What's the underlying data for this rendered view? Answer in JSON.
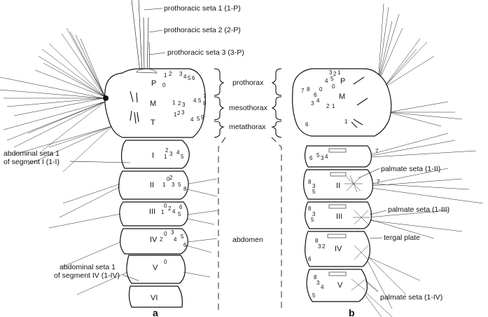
{
  "labels": {
    "seta1": "prothoracic seta 1 (1-P)",
    "seta2": "prothoracic seta 2 (2-P)",
    "seta3": "prothoracic seta 3 (3-P)",
    "prothorax": "prothorax",
    "mesothorax": "mesothorax",
    "metathorax": "metathorax",
    "abdomen": "abdomen",
    "abd_seta_I_line1": "abdominal seta 1",
    "abd_seta_I_line2": "of segment I (1-I)",
    "abd_seta_IV_line1": "abdominal seta 1",
    "abd_seta_IV_line2": "of segment IV (1-IV)",
    "palmate_II": "palmate seta (1-II)",
    "palmate_III": "palmate seta (1-III)",
    "tergal_plate": "tergal plate",
    "palmate_IV": "palmate seta (1-IV)",
    "panel_a": "a",
    "panel_b": "b"
  },
  "segments_a": {
    "P": "P",
    "M": "M",
    "T": "T",
    "I": "I",
    "II": "II",
    "III": "III",
    "IV": "IV",
    "V": "V",
    "VI": "VI"
  },
  "segments_b": {
    "P": "P",
    "M": "M",
    "IV": "IV",
    "V": "V"
  }
}
